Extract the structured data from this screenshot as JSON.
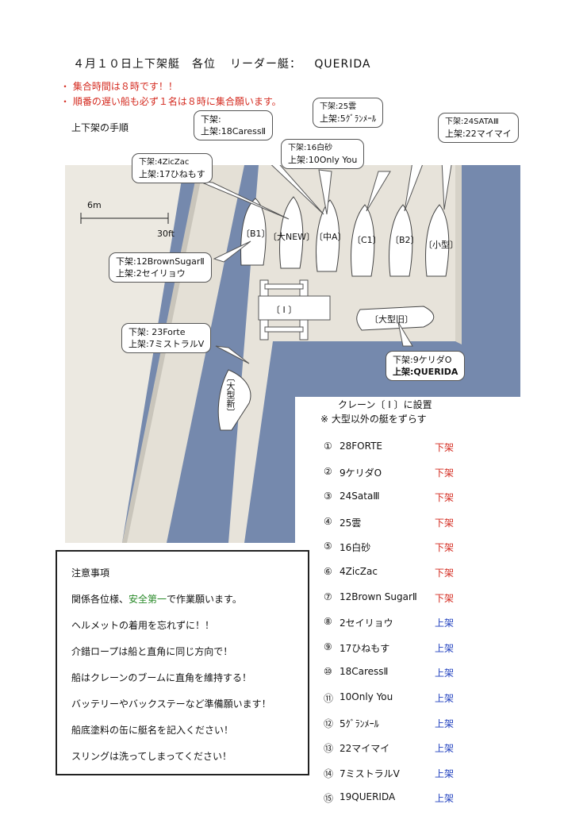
{
  "header": {
    "title": "４月１０日上下架艇　各位",
    "leader_label": "リーダー艇：",
    "leader_name": "QUERIDA"
  },
  "notices": [
    "・ 集合時間は８時です！！",
    "・ 順番の遅い船も必ず１名は８時に集合願います。"
  ],
  "procedure_title": "上下架の手順",
  "scale": {
    "meters": "6m",
    "feet": "30ft"
  },
  "callouts": {
    "c_4ziczac": {
      "down": "下架:4ZicZac",
      "up": "上架:17ひねもす"
    },
    "c_caress": {
      "down": "下架:",
      "up": "上架:18CaressⅡ"
    },
    "c_16shirasuna": {
      "down": "下架:16白砂",
      "up": "上架:10Only You"
    },
    "c_25kumo": {
      "down": "下架:25雲",
      "up": "上架:5ｸﾞﾗﾝﾒｰﾙ"
    },
    "c_24sata": {
      "down": "下架:24SATAⅢ",
      "up": "上架:22マイマイ"
    },
    "c_brownsugar": {
      "down": "下架:12BrownSugarⅡ",
      "up": "上架:2セイリョウ"
    },
    "c_forte": {
      "down": "下架: 23Forte",
      "up": "上架:7ミストラルV"
    },
    "c_9kerida": {
      "down": "下架:9ケリダO",
      "up": "上架:QUERIDA"
    }
  },
  "boats": {
    "b1": "〔B1〕",
    "dai_new": "〔大NEW〕",
    "chu_a": "〔中A〕",
    "c1": "〔C1〕",
    "b2": "〔B2〕",
    "kogata": "〔小型〕",
    "crane": "〔 I 〕",
    "ogata_kyu": "〔大型旧〕",
    "ogata_shin": "〔大型新〕"
  },
  "crane_note": "クレーン〔 I 〕に設置",
  "crane_note2": "※ 大型以外の艇をずらす",
  "sequence": [
    {
      "num": "①",
      "name": "28FORTE",
      "status": "下架",
      "type": "down"
    },
    {
      "num": "②",
      "name": "9ケリダO",
      "status": "下架",
      "type": "down"
    },
    {
      "num": "③",
      "name": "24SataⅢ",
      "status": "下架",
      "type": "down"
    },
    {
      "num": "④",
      "name": "25雲",
      "status": "下架",
      "type": "down"
    },
    {
      "num": "⑤",
      "name": "16白砂",
      "status": "下架",
      "type": "down"
    },
    {
      "num": "⑥",
      "name": "4ZicZac",
      "status": "下架",
      "type": "down"
    },
    {
      "num": "⑦",
      "name": "12Brown SugarⅡ",
      "status": "下架",
      "type": "down"
    },
    {
      "num": "⑧",
      "name": "2セイリョウ",
      "status": "上架",
      "type": "up"
    },
    {
      "num": "⑨",
      "name": "17ひねもす",
      "status": "上架",
      "type": "up"
    },
    {
      "num": "⑩",
      "name": "18CaressⅡ",
      "status": "上架",
      "type": "up"
    },
    {
      "num": "⑪",
      "name": "10Only You",
      "status": "上架",
      "type": "up"
    },
    {
      "num": "⑫",
      "name": "5ｸﾞﾗﾝﾒｰﾙ",
      "status": "上架",
      "type": "up"
    },
    {
      "num": "⑬",
      "name": "22マイマイ",
      "status": "上架",
      "type": "up"
    },
    {
      "num": "⑭",
      "name": "7ミストラルV",
      "status": "上架",
      "type": "up"
    },
    {
      "num": "⑮",
      "name": "19QUERIDA",
      "status": "上架",
      "type": "up"
    }
  ],
  "notes": {
    "title": "注意事項",
    "line1_pre": "関係各位様、",
    "line1_highlight": "安全第一",
    "line1_post": "で作業願います。",
    "line2": "ヘルメットの着用を忘れずに！！",
    "line3": "介錯ロープは船と直角に同じ方向で！",
    "line4": "船はクレーンのブームに直角を維持する！",
    "line5": "バッテリーやバックステーなど準備願います！",
    "line6": "船底塗料の缶に艇名を記入ください！",
    "line7": "スリングは洗ってしまってください！"
  },
  "colors": {
    "water": "#7589ad",
    "pier": "#e6e1d6",
    "down": "#d42a1f",
    "up": "#1f3fbf",
    "safety": "#2a8a2a"
  }
}
